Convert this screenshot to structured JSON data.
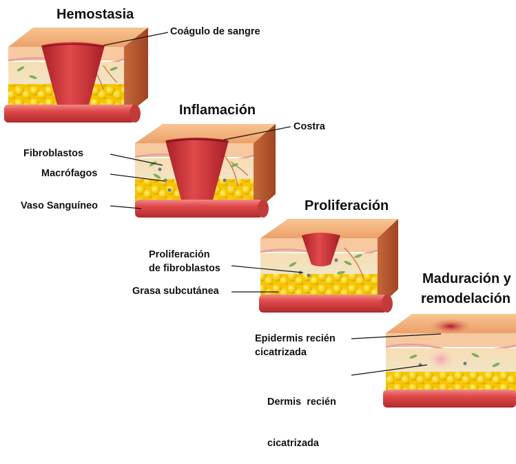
{
  "stages": [
    {
      "title": "Hemostasia"
    },
    {
      "title": "Inflamación"
    },
    {
      "title": "Proliferación"
    },
    {
      "title_line1": "Maduración y",
      "title_line2": "remodelación"
    }
  ],
  "annotations": {
    "coagulo": "Coágulo de sangre",
    "costra": "Costra",
    "fibroblastos": "Fibroblastos",
    "macrofagos": "Macrófagos",
    "vaso": "Vaso Sanguíneo",
    "proliferacion_line1": "Proliferación",
    "proliferacion_line2": "de fibroblastos",
    "grasa": "Grasa subcutánea",
    "epidermis_line1": "Epidermis recién",
    "epidermis_line2": "cicatrizada",
    "dermis_line1": "Dermis  recién",
    "dermis_line2": "cicatrizada"
  },
  "colors": {
    "skin_top": "#f2b27e",
    "epidermis_front": "#f6d3a9",
    "dermis_front": "#f3e6c6",
    "fat": "#f5c400",
    "side": "#b6532a",
    "vessel": "#d93a3c",
    "clot": "#c8282e"
  }
}
